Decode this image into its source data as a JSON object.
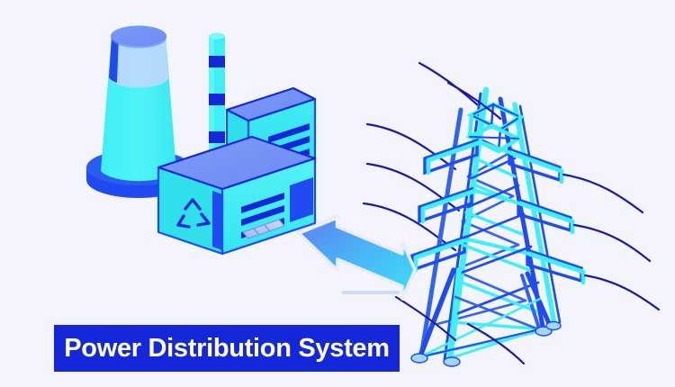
{
  "illustration": {
    "title_banner": {
      "text": "Power Distribution System",
      "background_color": "#1428d9",
      "text_color": "#ffffff"
    },
    "background_color": "#f4f4fd",
    "theme": "isometric flat vector illustration of electricity generation and transmission",
    "palette": {
      "cyan": "#3ef0f5",
      "cyan_light": "#6ff7fa",
      "periwinkle": "#6e8cf5",
      "periwinkle_light": "#8fa7f9",
      "blue": "#1f4bf0",
      "blue_deep": "#1428d9",
      "navy": "#1a1aaa",
      "sky": "#2ec6f7",
      "white_highlight": "#e8ecfd"
    },
    "elements": [
      {
        "name": "cooling-tower",
        "label": "Cooling tower",
        "description": "Hyperboloid cooling tower with periwinkle elliptical top cap, pale blue upper band, cyan body and dark blue elliptical base ring"
      },
      {
        "name": "smokestack",
        "label": "Smokestack",
        "description": "Tall slim cyan chimney with four dark blue horizontal bands"
      },
      {
        "name": "power-plant-building-upper",
        "label": "Upper plant building",
        "description": "Isometric box, periwinkle roof, cyan front face, two dark blue window louvre strips"
      },
      {
        "name": "power-plant-building-lower",
        "label": "Lower plant building",
        "description": "Wide isometric box with periwinkle roof, cyan faces, recycling symbol on left face, three window louvres and a dark door panel on the right face"
      },
      {
        "name": "recycle-symbol",
        "label": "Recycling symbol",
        "description": "Dark blue triangular three-arrow loop on the left building face"
      },
      {
        "name": "exhaust-pipe",
        "label": "Exhaust pipe",
        "description": "Short segmented pale pipe leaving the lower building"
      },
      {
        "name": "exchange-arrow",
        "label": "Bidirectional exchange arrow",
        "description": "Double arrow pointing up-left and down-right with periwinkle to cyan gradient and white highlight edges"
      },
      {
        "name": "transmission-tower",
        "label": "Transmission tower",
        "description": "Isometric lattice pylon in cyan and blue tubes with three pairs of cross arms, splayed legs and cylindrical feet"
      },
      {
        "name": "power-lines",
        "label": "Power lines",
        "description": "Six dark navy catenary cables, three entering from the left and three leaving to the right"
      }
    ],
    "power_line_count": 6,
    "tower_arm_levels": 3,
    "tower_leg_count": 4,
    "smokestack_band_count": 4
  }
}
